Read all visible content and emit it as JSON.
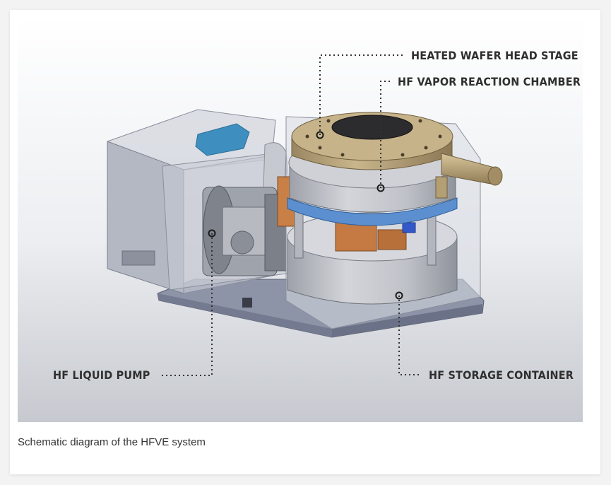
{
  "figure": {
    "callouts": {
      "heated_wafer_head_stage": "HEATED WAFER HEAD STAGE",
      "hf_vapor_reaction_chamber": "HF VAPOR REACTION CHAMBER",
      "hf_liquid_pump": "HF LIQUID PUMP",
      "hf_storage_container": "HF STORAGE CONTAINER"
    },
    "colors": {
      "background_top": "#ffffff",
      "background_bottom": "#c9ccd1",
      "base_plate": "#8e94a8",
      "housing": "#c5c9d4",
      "brass": "#b8a378",
      "blue_ring": "#5b8fd0",
      "pump_blue": "#3e8fbf",
      "wafer": "#2c2c2e",
      "leader": "#333333"
    }
  },
  "caption": "Schematic diagram of the HFVE system"
}
